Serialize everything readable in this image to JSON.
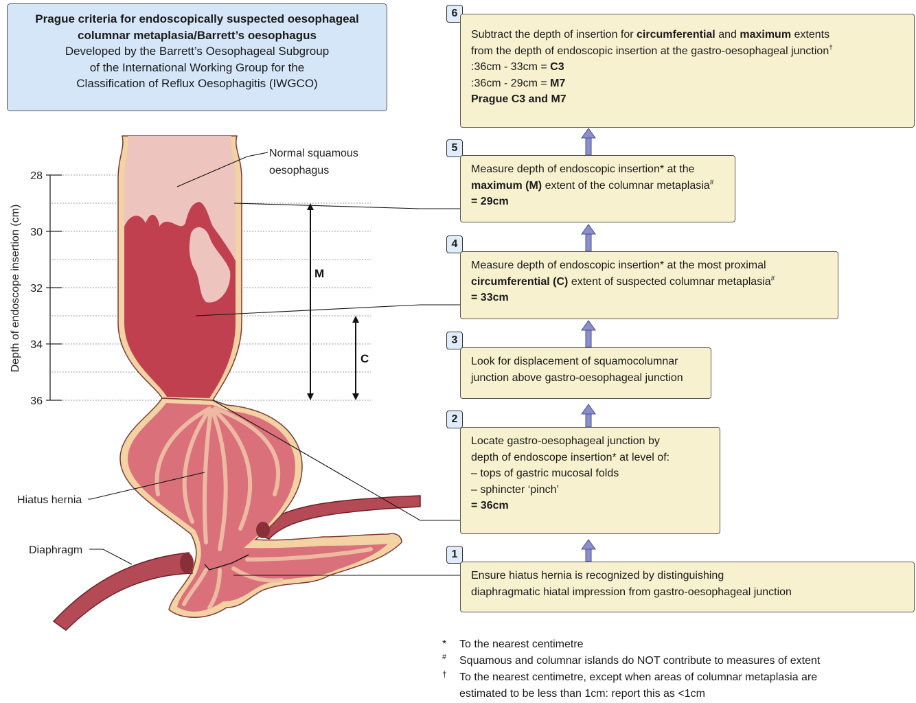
{
  "header": {
    "title_line1": "Prague criteria for endoscopically suspected oesophageal",
    "title_line2": "columnar metaplasia/Barrett’s oesophagus",
    "line3": "Developed by the Barrett’s Oesophageal Subgroup",
    "line4": "of the International Working Group for the",
    "line5": "Classification of Reflux Oesophagitis (IWGCO)"
  },
  "axis": {
    "label": "Depth of endoscope insertion (cm)",
    "ticks": [
      "28",
      "30",
      "32",
      "34",
      "36"
    ]
  },
  "labels": {
    "normal_squamous_1": "Normal squamous",
    "normal_squamous_2": "oesophagus",
    "hiatus_hernia": "Hiatus hernia",
    "diaphragm": "Diaphragm",
    "m": "M",
    "c": "C"
  },
  "steps": {
    "s6": {
      "num": "6",
      "l1a": "Subtract the depth of insertion for ",
      "l1b": "circumferential",
      "l1c": " and ",
      "l1d": "maximum",
      "l1e": " extents",
      "l2": "from the depth of endoscopic insertion at the gastro-oesophageal junction",
      "l2sup": "†",
      "l3a": ":36cm - 33cm = ",
      "l3b": "C3",
      "l4a": ":36cm - 29cm = ",
      "l4b": "M7",
      "l5": "Prague C3 and M7"
    },
    "s5": {
      "num": "5",
      "l1": "Measure depth of endoscopic insertion* at the",
      "l2a": "maximum (M)",
      "l2b": " extent of the columnar metaplasia",
      "l2sup": "#",
      "l3": "= 29cm"
    },
    "s4": {
      "num": "4",
      "l1": "Measure depth of endoscopic insertion* at the most proximal",
      "l2a": "circumferential (C)",
      "l2b": " extent of suspected columnar metaplasia",
      "l2sup": "#",
      "l3": "= 33cm"
    },
    "s3": {
      "num": "3",
      "l1": "Look for displacement of squamocolumnar",
      "l2": "junction above gastro-oesophageal junction"
    },
    "s2": {
      "num": "2",
      "l1": "Locate gastro-oesophageal junction by",
      "l2": "depth of endoscope insertion* at level of:",
      "l3": "– tops of gastric mucosal folds",
      "l4": "– sphincter ‘pinch’",
      "l5": "= 36cm"
    },
    "s1": {
      "num": "1",
      "l1": "Ensure hiatus hernia is recognized by distinguishing",
      "l2": "diaphragmatic hiatal impression from gastro-oesophageal junction"
    }
  },
  "footnotes": {
    "f1_sym": "*",
    "f1": "To the nearest centimetre",
    "f2_sym": "#",
    "f2": "Squamous and columnar islands do NOT contribute to measures of extent",
    "f3_sym": "†",
    "f3a": "To the nearest centimetre, except when areas of columnar metaplasia are",
    "f3b": "estimated to be less than 1cm: report this as <1cm"
  },
  "colors": {
    "title_bg": "#d5e6f8",
    "step_bg": "#f8f1cf",
    "badge_bg": "#e0ecf8",
    "columnar": "#c0404f",
    "squamous": "#edc4be",
    "stomach_skin": "#f3d2a4",
    "diaphragm": "#b34a55",
    "arrow": "#8a8ecb"
  }
}
